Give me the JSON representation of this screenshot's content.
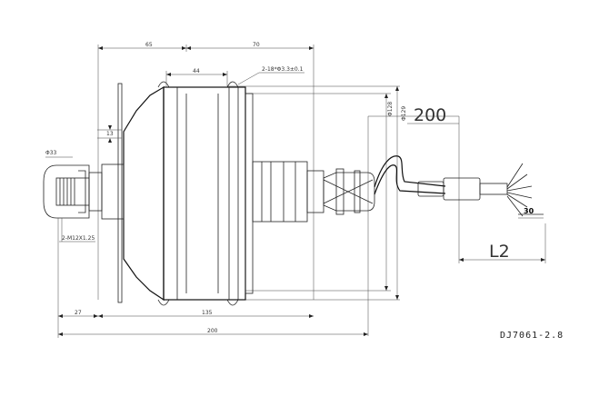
{
  "drawing": {
    "dimensions": {
      "left_width": "65",
      "right_width": "70",
      "shell_width": "44",
      "holes": "2-18*Φ3.3±0.1",
      "cable_length": "200",
      "flange_dia": "Φ128",
      "outer_dia": "Φ129",
      "step": "13",
      "shaft_dia": "Φ33",
      "thread": "2-M12X1.25",
      "connector": "30",
      "cable_end": "L2",
      "axle_left": "27",
      "body_len": "135",
      "overall": "200"
    },
    "drawing_code": "DJ7061-2.8"
  }
}
